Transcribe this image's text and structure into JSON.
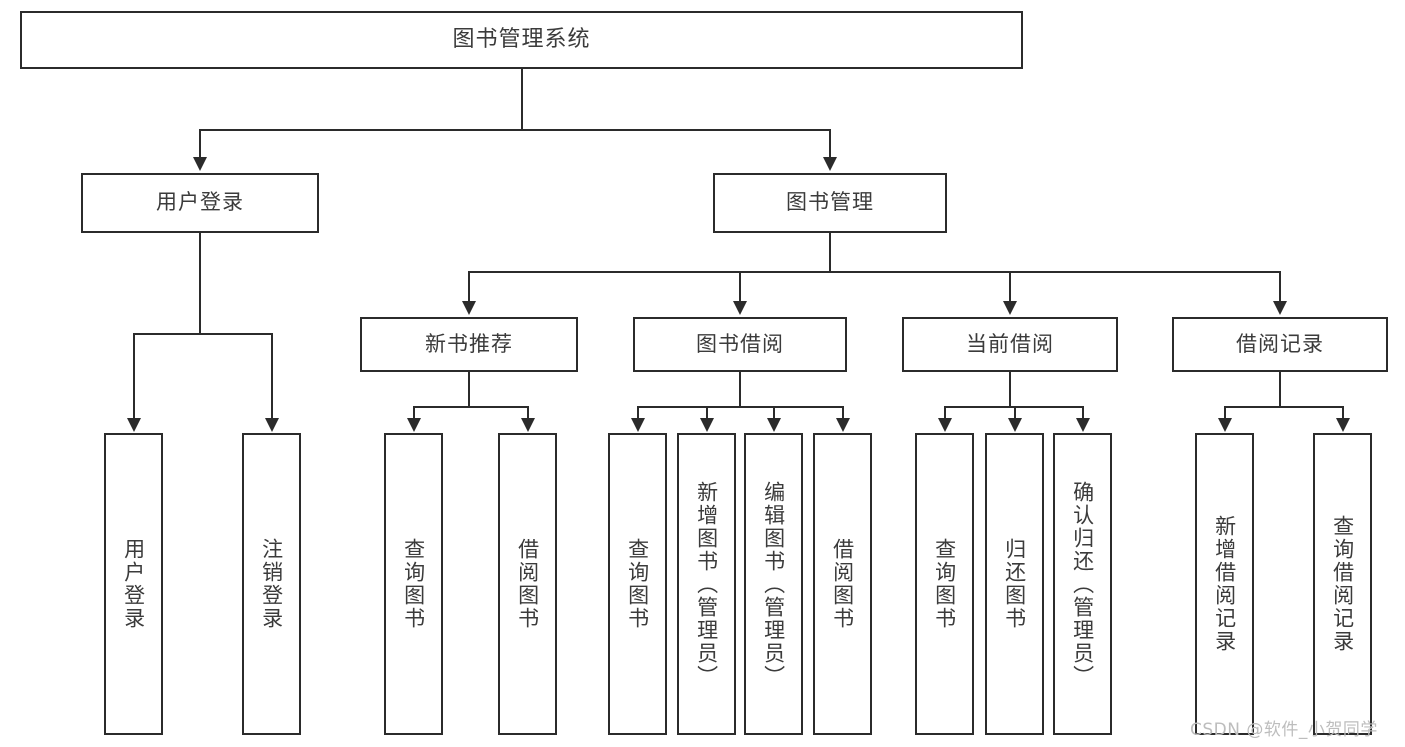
{
  "diagram": {
    "title": "图书管理系统",
    "watermark": "CSDN @软件_小贺同学",
    "colors": {
      "border": "#2b2b2b",
      "text": "#3b3b3b",
      "background": "#ffffff",
      "watermark": "#bdbdbd"
    },
    "levels": {
      "root": {
        "label": "图书管理系统"
      },
      "level1": [
        {
          "label": "用户登录"
        },
        {
          "label": "图书管理"
        }
      ],
      "level2": [
        {
          "label": "新书推荐"
        },
        {
          "label": "图书借阅"
        },
        {
          "label": "当前借阅"
        },
        {
          "label": "借阅记录"
        }
      ],
      "leaves": {
        "user_login": [
          {
            "label": "用户登录"
          },
          {
            "label": "注销登录"
          }
        ],
        "new_book": [
          {
            "label": "查询图书"
          },
          {
            "label": "借阅图书"
          }
        ],
        "book_borrow": [
          {
            "label": "查询图书"
          },
          {
            "label": "新增图书（管理员）"
          },
          {
            "label": "编辑图书（管理员）"
          },
          {
            "label": "借阅图书"
          }
        ],
        "current_borrow": [
          {
            "label": "查询图书"
          },
          {
            "label": "归还图书"
          },
          {
            "label": "确认归还（管理员）"
          }
        ],
        "borrow_record": [
          {
            "label": "新增借阅记录"
          },
          {
            "label": "查询借阅记录"
          }
        ]
      }
    }
  }
}
